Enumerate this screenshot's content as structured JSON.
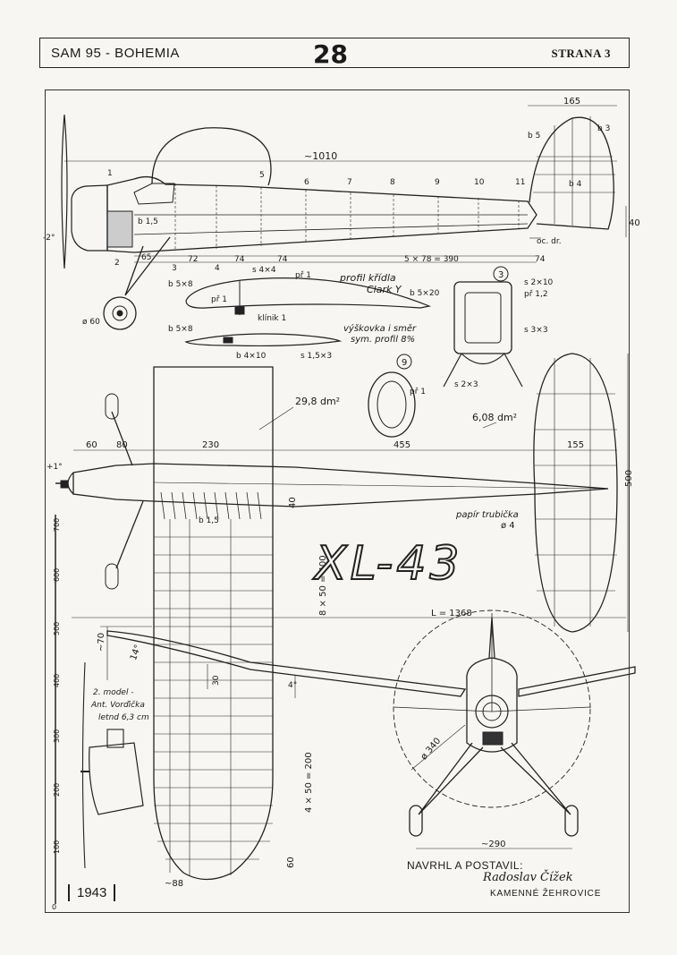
{
  "header": {
    "left": "SAM  95 - BOHEMIA",
    "number": "28",
    "right": "STRANA 3"
  },
  "title": "XL-43",
  "year": "1943",
  "designer": {
    "line1": "NAVRHL  A  POSTAVIL:",
    "signature": "Radoslav Čížek",
    "place": "KAMENNÉ  ŽEHROVICE"
  },
  "side_view": {
    "length": "~1010",
    "fin_width": "165",
    "fin_height": "40",
    "station_numbers": [
      "1",
      "5",
      "6",
      "7",
      "8",
      "9",
      "10",
      "11"
    ],
    "bottom_dims": [
      "65",
      "72",
      "74",
      "74",
      "5 × 78 = 390",
      "74"
    ],
    "bottom_labels": [
      "2",
      "3",
      "4"
    ],
    "labels": {
      "b15": "b 1,5",
      "b3": "b 3",
      "b5": "b 5",
      "b4": "b 4",
      "ocdr": "oc. dr.",
      "incidence": "-2°",
      "wheel": "ø 60"
    }
  },
  "wing_section": {
    "profile": "profil křídla",
    "profile2": "Clark Y",
    "b58": "b 5×8",
    "s44": "s 4×4",
    "pr1": "př 1",
    "pr1b": "př 1",
    "b520": "b 5×20",
    "klinik": "klínik 1"
  },
  "tail_section": {
    "b58": "b 5×8",
    "b410": "b 4×10",
    "s15": "s 1,5×3",
    "label1": "výškovka i směr",
    "label2": "sym. profil 8%"
  },
  "section3": {
    "num": "3",
    "s210": "s 2×10",
    "pr12": "př 1,2",
    "s33": "s 3×3",
    "s23": "s 2×3"
  },
  "section9": {
    "num": "9",
    "pr1": "př 1"
  },
  "top_view": {
    "wing_area": "29,8 dm²",
    "stab_area": "6,08 dm²",
    "dims": [
      "60",
      "80",
      "230",
      "455",
      "155"
    ],
    "span_half": "500",
    "chord": "40",
    "rib_spacing1": "8 × 50 = 400",
    "rib_spacing2": "4 × 50 = 200",
    "tip": "60",
    "b15": "b 1,5",
    "tube": "papír trubička",
    "tube2": "ø 4",
    "length": "L = 1368",
    "incidence": "+1°"
  },
  "front_view": {
    "dihedral": "~70",
    "angle": "14°",
    "rise": "30",
    "tip_angle": "4°",
    "prop": "ø 340",
    "track": "~290",
    "root": "~88"
  },
  "engine_note": [
    "2. model -",
    "Ant. Vorďička",
    "letnd 6,3 cm"
  ],
  "scale": [
    "700",
    "600",
    "500",
    "400",
    "300",
    "200",
    "100",
    "0"
  ]
}
